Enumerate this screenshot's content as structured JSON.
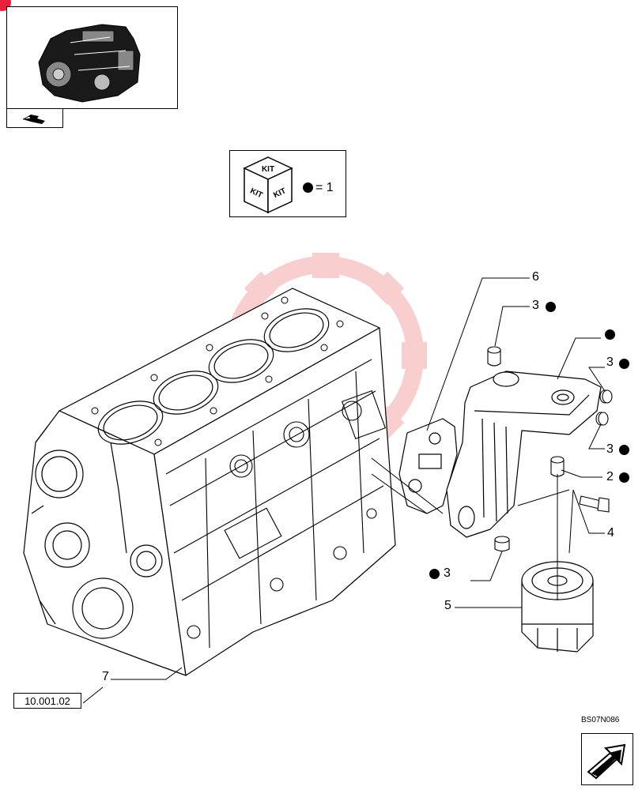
{
  "kit_legend": {
    "cube_label": "KIT",
    "equation": "= 1"
  },
  "callouts": {
    "c6": "6",
    "c3a": "3",
    "c3b": "3",
    "c3c": "3",
    "c3d": "3",
    "c2": "2",
    "c4": "4",
    "c5": "5",
    "c7": "7"
  },
  "reference_code": "10.001.02",
  "drawing_code": "BS07N086",
  "colors": {
    "corner_marker": "#e8203a",
    "watermark": "#f4a7a7",
    "line": "#000000"
  },
  "icons": {
    "thumbnail": "engine-thumbnail-icon",
    "back": "return-arrow-icon",
    "next": "next-page-arrow-icon"
  }
}
